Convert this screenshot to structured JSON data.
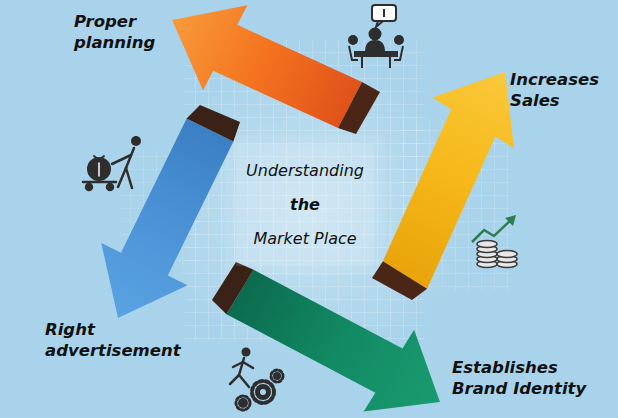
{
  "diagram": {
    "nodes": [
      {
        "text": [
          "Understanding the Market Place"
        ]
      }
    ],
    "labels": [
      "Proper planning",
      "Increases Sales",
      "Establishes Brand Identity",
      "Right advertisement"
    ]
  }
}
